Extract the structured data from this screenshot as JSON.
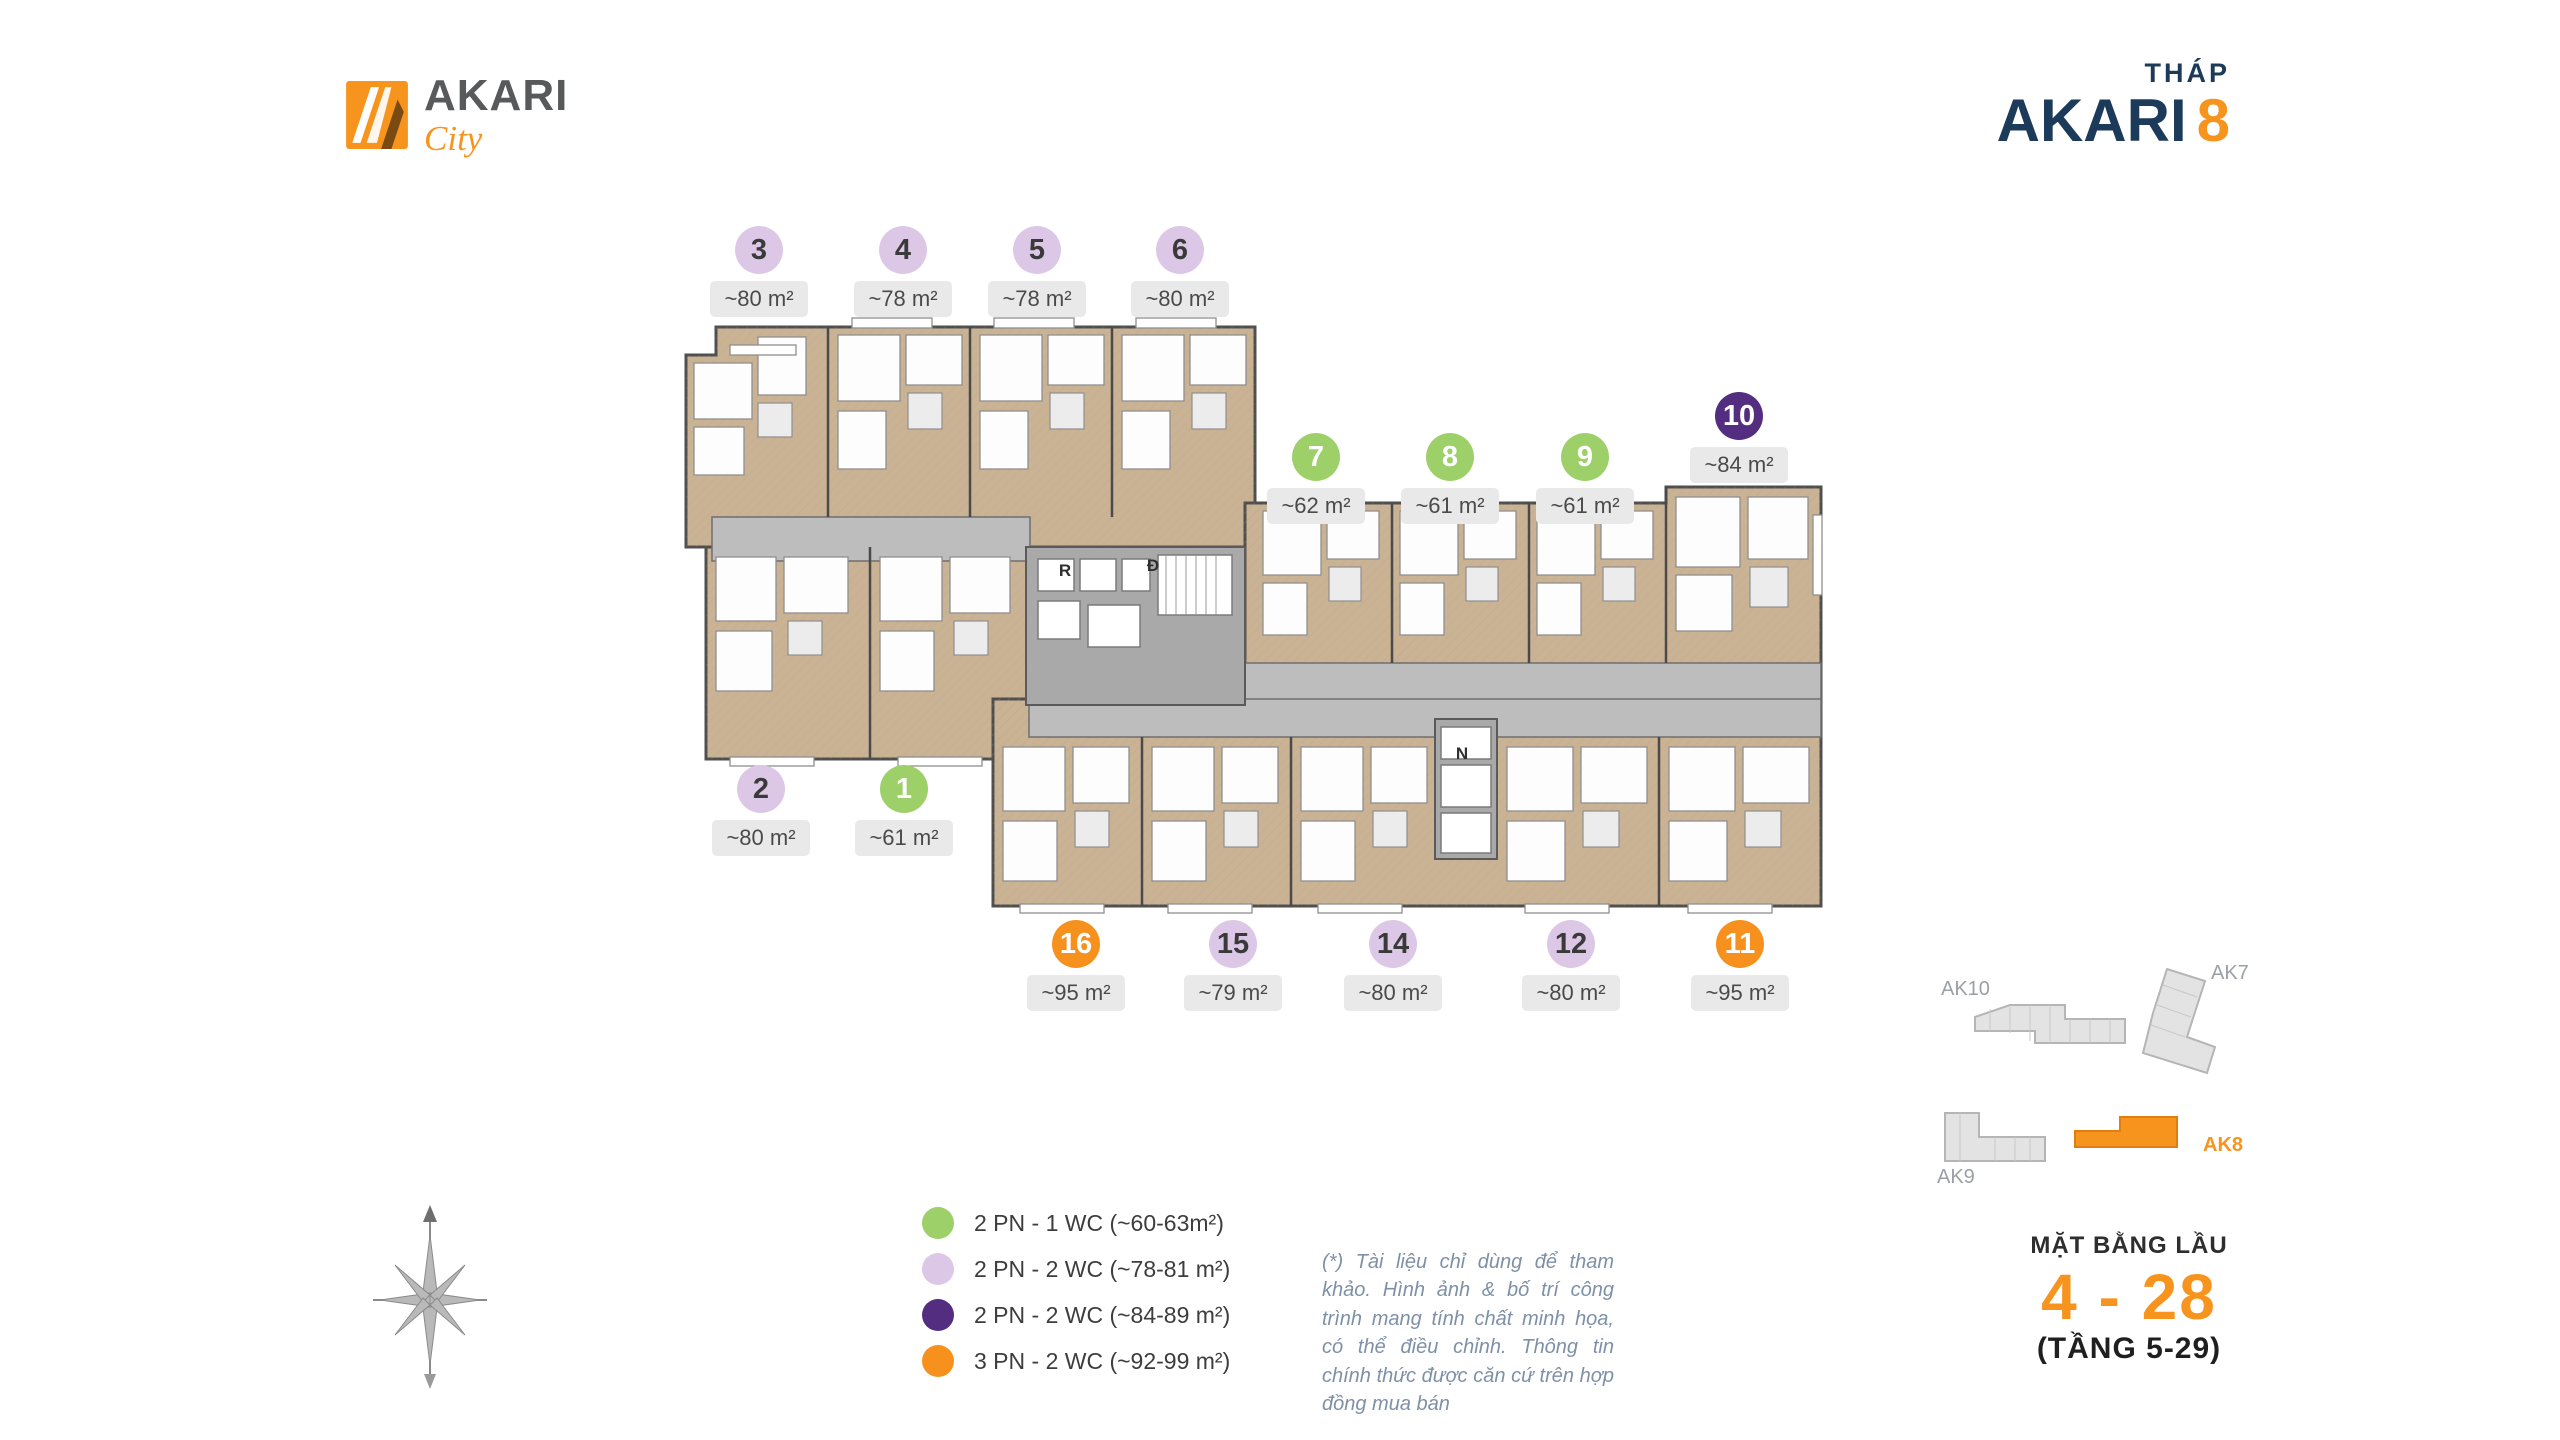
{
  "brand": {
    "name": "AKARI",
    "sub": "City"
  },
  "header": {
    "label": "THÁP",
    "tower": "AKARI",
    "number": "8"
  },
  "units": [
    {
      "no": "1",
      "area": "~61 m²",
      "type": "green"
    },
    {
      "no": "2",
      "area": "~80 m²",
      "type": "lavender"
    },
    {
      "no": "3",
      "area": "~80 m²",
      "type": "lavender"
    },
    {
      "no": "4",
      "area": "~78 m²",
      "type": "lavender"
    },
    {
      "no": "5",
      "area": "~78 m²",
      "type": "lavender"
    },
    {
      "no": "6",
      "area": "~80 m²",
      "type": "lavender"
    },
    {
      "no": "7",
      "area": "~62 m²",
      "type": "green"
    },
    {
      "no": "8",
      "area": "~61 m²",
      "type": "green"
    },
    {
      "no": "9",
      "area": "~61 m²",
      "type": "green"
    },
    {
      "no": "10",
      "area": "~84 m²",
      "type": "purple"
    },
    {
      "no": "11",
      "area": "~95 m²",
      "type": "orange"
    },
    {
      "no": "12",
      "area": "~80 m²",
      "type": "lavender"
    },
    {
      "no": "14",
      "area": "~80 m²",
      "type": "lavender"
    },
    {
      "no": "15",
      "area": "~79 m²",
      "type": "lavender"
    },
    {
      "no": "16",
      "area": "~95 m²",
      "type": "orange"
    }
  ],
  "legend": [
    {
      "type": "green",
      "label": "2 PN - 1 WC (~60-63m²)"
    },
    {
      "type": "lavender",
      "label": "2 PN - 2 WC (~78-81 m²)"
    },
    {
      "type": "purple",
      "label": "2 PN - 2 WC (~84-89 m²)"
    },
    {
      "type": "orange",
      "label": "3 PN - 2 WC (~92-99 m²)"
    }
  ],
  "disclaimer": "(*) Tài liệu chỉ dùng để tham khảo. Hình ảnh & bố trí công trình mang tính chất minh họa, có thể điều chỉnh. Thông tin chính thức được căn cứ trên hợp đồng mua bán",
  "plan": {
    "letters": [
      "R",
      "Đ",
      "N"
    ]
  },
  "minimap": {
    "labels": [
      "AK10",
      "AK7",
      "AK9",
      "AK8"
    ]
  },
  "footer": {
    "title": "MẶT BẰNG LẦU",
    "range": "4 - 28",
    "sub": "(TẦNG 5-29)"
  },
  "colors": {
    "brand_orange": "#F7941E",
    "navy": "#1C3B5A",
    "type_green": "#9ED06A",
    "type_lavender": "#DCC8E6",
    "type_purple": "#522D80",
    "type_orange": "#F6911E",
    "pill_bg": "#E9E9E9",
    "plan_floor_tan": "#CAB394",
    "plan_corridor_gray": "#BDBDBD"
  }
}
